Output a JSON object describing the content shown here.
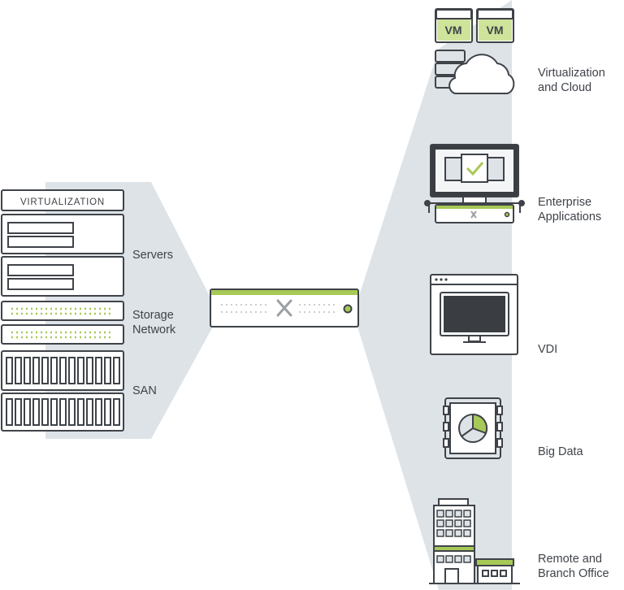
{
  "colors": {
    "shade": "#dde3e7",
    "outline": "#3f4349",
    "accent": "#a7c957",
    "accent_light": "#cfe39b",
    "screen": "#3a3d41",
    "text": "#3f4349"
  },
  "legacy_stack": {
    "virtualization_label": "VIRTUALIZATION",
    "servers_label": "Servers",
    "storage_label_line1": "Storage",
    "storage_label_line2": "Network",
    "san_label": "SAN"
  },
  "hub": {
    "logo_icon": "x-logo-icon",
    "status_led": "status-led-icon"
  },
  "workloads": [
    {
      "line1": "Virtualization",
      "line2": "and Cloud",
      "icon": "vm-cloud-icon"
    },
    {
      "line1": "Enterprise",
      "line2": "Applications",
      "icon": "monitor-apps-icon"
    },
    {
      "line1": "VDI",
      "line2": "",
      "icon": "desktop-window-icon"
    },
    {
      "line1": "Big Data",
      "line2": "",
      "icon": "database-pie-icon"
    },
    {
      "line1": "Remote and",
      "line2": "Branch Office",
      "icon": "building-icon"
    }
  ],
  "vm_label": "VM"
}
